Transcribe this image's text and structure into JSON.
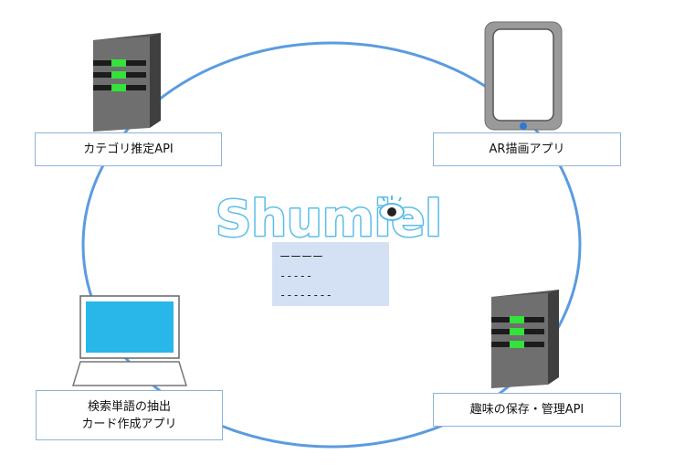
{
  "nodes": {
    "category_api": {
      "label": "カテゴリ推定API",
      "icon": "server-icon"
    },
    "ar_app": {
      "label": "AR描画アプリ",
      "icon": "smartphone-icon"
    },
    "search_app": {
      "label": "検索単語の抽出\nカード作成アプリ",
      "icon": "laptop-icon"
    },
    "hobby_api": {
      "label": "趣味の保存・管理API",
      "icon": "server-icon"
    }
  },
  "logo": {
    "text": "Shumiel",
    "icon": "eye-icon"
  },
  "card": {
    "lines": [
      "ーーーー",
      "-----",
      "--------"
    ]
  },
  "colors": {
    "ring": "#5b9be0",
    "logo_fill": "#ffffff",
    "logo_stroke": "#5bbde8",
    "card_bg": "#d4e1f4",
    "server_body": "#6f6f6f",
    "server_led": "#33e23a",
    "screen": "#29b6e8",
    "phone_button": "#2f79d6"
  }
}
